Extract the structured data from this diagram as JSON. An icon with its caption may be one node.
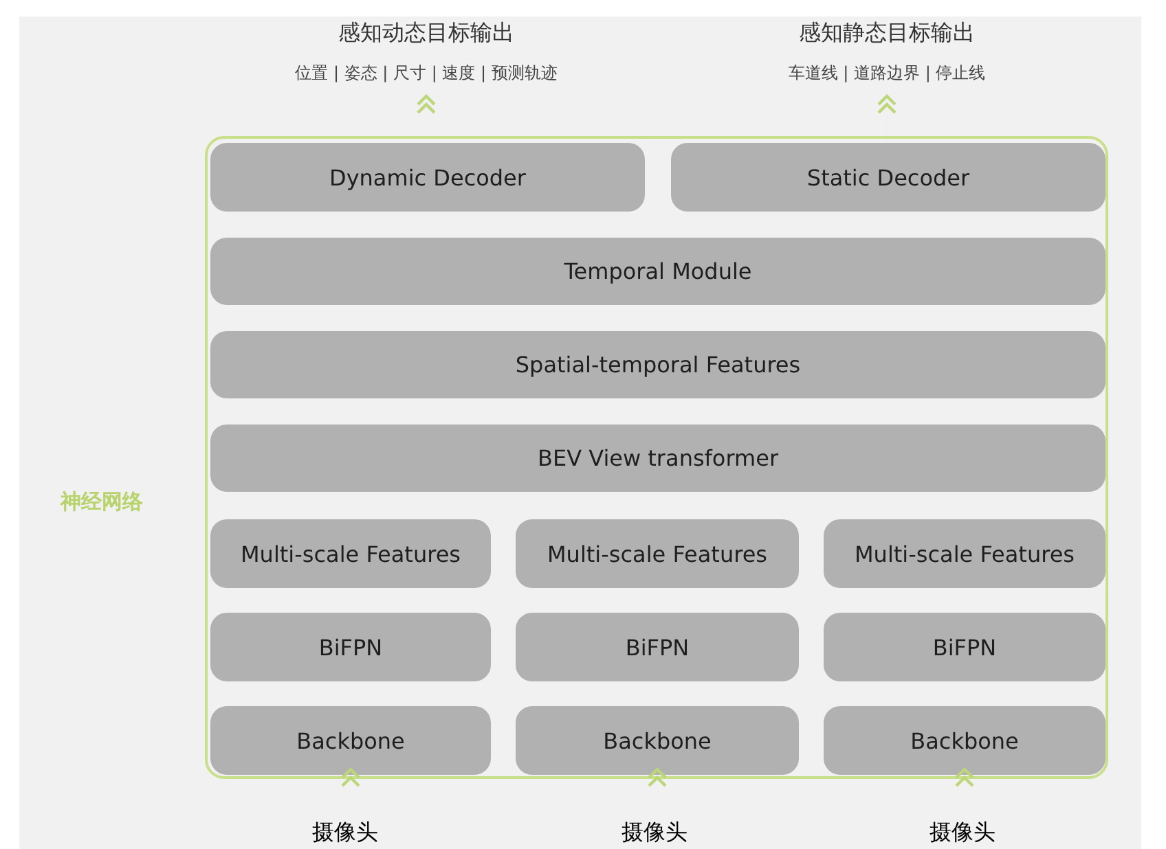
{
  "diagram": {
    "nodes": [
      {
        "text": [
          "感知动态目标输出",
          "位置 | 姿态 | 尺寸 | 速度 | 预测轨迹"
        ]
      },
      {
        "text": [
          "感知静态目标输出",
          "车道线 | 道路边界 | 停止线"
        ]
      },
      {
        "text": [
          "神经网络"
        ]
      },
      {
        "text": [
          "Dynamic Decoder"
        ],
        "in": 2
      },
      {
        "text": [
          "Static Decoder"
        ],
        "in": 2
      },
      {
        "text": [
          "Temporal Module"
        ],
        "in": 2
      },
      {
        "text": [
          "Spatial-temporal Features"
        ],
        "in": 2
      },
      {
        "text": [
          "BEV View transformer"
        ],
        "in": 2
      },
      {
        "text": [
          "Multi-scale Features"
        ],
        "in": 2
      },
      {
        "text": [
          "Multi-scale Features"
        ],
        "in": 2
      },
      {
        "text": [
          "Multi-scale Features"
        ],
        "in": 2
      },
      {
        "text": [
          "BiFPN"
        ],
        "in": 2
      },
      {
        "text": [
          "BiFPN"
        ],
        "in": 2
      },
      {
        "text": [
          "BiFPN"
        ],
        "in": 2
      },
      {
        "text": [
          "Backbone"
        ],
        "in": 2
      },
      {
        "text": [
          "Backbone"
        ],
        "in": 2
      },
      {
        "text": [
          "Backbone"
        ],
        "in": 2
      },
      {
        "text": [
          "摄像头"
        ]
      },
      {
        "text": [
          "摄像头"
        ]
      },
      {
        "text": [
          "摄像头"
        ]
      }
    ],
    "edges": [
      {
        "from": 17,
        "to": 14,
        "arrow": "to"
      },
      {
        "from": 18,
        "to": 15,
        "arrow": "to"
      },
      {
        "from": 19,
        "to": 16,
        "arrow": "to"
      },
      {
        "from": 3,
        "to": 0,
        "arrow": "to"
      },
      {
        "from": 4,
        "to": 1,
        "arrow": "to"
      }
    ]
  }
}
